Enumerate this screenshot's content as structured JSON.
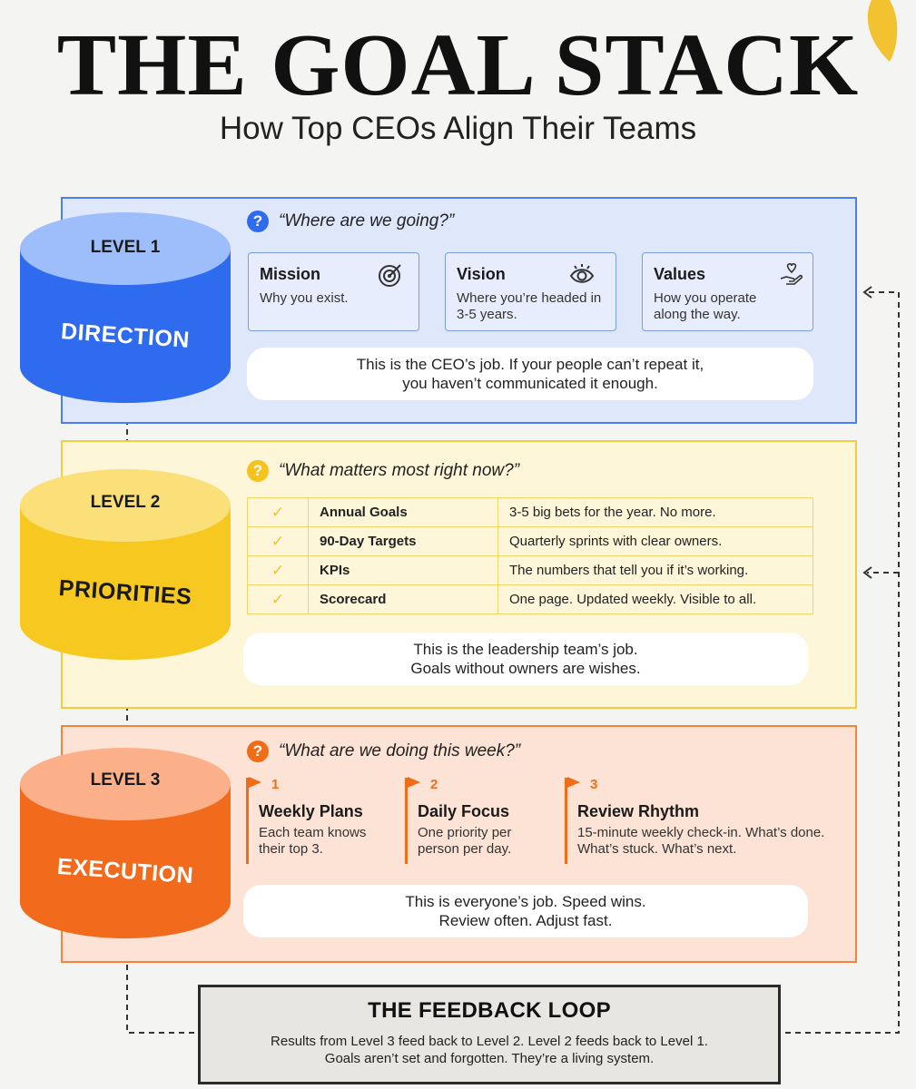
{
  "header": {
    "title": "THE GOAL STACK",
    "subtitle": "How Top CEOs Align Their Teams"
  },
  "colors": {
    "blue": "#2f6bef",
    "yellow": "#f7c81f",
    "orange": "#f26b1d",
    "panel_blue": "#dfe7fb",
    "panel_yellow": "#fdf6d8",
    "panel_orange": "#fde3d5"
  },
  "levels": [
    {
      "level": "LEVEL 1",
      "name": "DIRECTION",
      "question": "“Where are we going?”",
      "cards": [
        {
          "title": "Mission",
          "text": "Why you exist.",
          "icon": "target-icon"
        },
        {
          "title": "Vision",
          "text": "Where you’re headed in 3-5 years.",
          "icon": "eye-icon"
        },
        {
          "title": "Values",
          "text": "How you operate along the way.",
          "icon": "hand-heart-icon"
        }
      ],
      "note": [
        "This is the CEO’s job. If your people can’t repeat it,",
        "you haven’t communicated it enough."
      ]
    },
    {
      "level": "LEVEL 2",
      "name": "PRIORITIES",
      "question": "“What matters most right now?”",
      "rows": [
        {
          "check": "✓",
          "name": "Annual Goals",
          "desc": "3-5 big bets for the year. No more."
        },
        {
          "check": "✓",
          "name": "90-Day Targets",
          "desc": "Quarterly sprints with clear owners."
        },
        {
          "check": "✓",
          "name": "KPIs",
          "desc": "The numbers that tell you if it’s working."
        },
        {
          "check": "✓",
          "name": "Scorecard",
          "desc": "One page. Updated weekly. Visible to all."
        }
      ],
      "note": [
        "This is the leadership team’s job.",
        "Goals without owners are wishes."
      ]
    },
    {
      "level": "LEVEL 3",
      "name": "EXECUTION",
      "question": "“What are we doing this week?”",
      "steps": [
        {
          "num": "1",
          "title": "Weekly Plans",
          "text": "Each team knows their top 3."
        },
        {
          "num": "2",
          "title": "Daily Focus",
          "text": "One priority per person per day."
        },
        {
          "num": "3",
          "title": "Review Rhythm",
          "text": "15-minute weekly check-in. What’s done. What’s stuck. What’s next."
        }
      ],
      "note": [
        "This is everyone’s job. Speed wins.",
        "Review often. Adjust fast."
      ]
    }
  ],
  "question_mark": "?",
  "feedback": {
    "title": "THE FEEDBACK LOOP",
    "text": [
      "Results from Level 3 feed back to Level 2. Level 2 feeds back to Level 1.",
      "Goals aren’t set and forgotten. They’re a living system."
    ]
  }
}
